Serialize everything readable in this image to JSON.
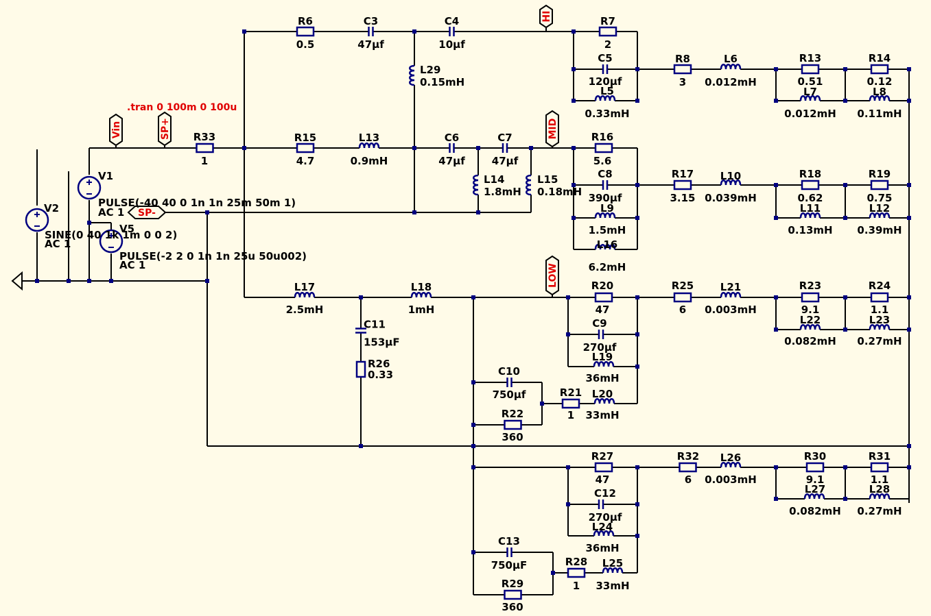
{
  "colors": {
    "background": "#fffbe8",
    "wire": "#000000",
    "component": "#000080",
    "flag_text": "#e00000"
  },
  "directive": ".tran 0 100m 0 100u",
  "flags": [
    "Vin",
    "SP+",
    "SP-",
    "HI",
    "MID",
    "LOW"
  ],
  "sources": [
    {
      "name": "V1",
      "value": "PULSE(-40 40 0 1n 1n 25m 50m 1)",
      "ac": "AC 1"
    },
    {
      "name": "V2",
      "value": "SINE(0 40 1k 1m 0 0 2)",
      "ac": "AC 1"
    },
    {
      "name": "V5",
      "value": "PULSE(-2 2 0 1n 1n 25u 50u002)",
      "ac": "AC 1"
    }
  ],
  "components": [
    {
      "name": "R33",
      "value": "1"
    },
    {
      "name": "R6",
      "value": "0.5"
    },
    {
      "name": "C3",
      "value": "47µf"
    },
    {
      "name": "C4",
      "value": "10µf"
    },
    {
      "name": "L29",
      "value": "0.15mH"
    },
    {
      "name": "R7",
      "value": "2"
    },
    {
      "name": "C5",
      "value": "120µf"
    },
    {
      "name": "L5",
      "value": "0.33mH"
    },
    {
      "name": "R8",
      "value": "3"
    },
    {
      "name": "L6",
      "value": "0.012mH"
    },
    {
      "name": "R13",
      "value": "0.51"
    },
    {
      "name": "L7",
      "value": "0.012mH"
    },
    {
      "name": "R14",
      "value": "0.12"
    },
    {
      "name": "L8",
      "value": "0.11mH"
    },
    {
      "name": "R15",
      "value": "4.7"
    },
    {
      "name": "L13",
      "value": "0.9mH"
    },
    {
      "name": "C6",
      "value": "47µf"
    },
    {
      "name": "C7",
      "value": "47µf"
    },
    {
      "name": "L14",
      "value": "1.8mH"
    },
    {
      "name": "L15",
      "value": "0.18mH"
    },
    {
      "name": "R16",
      "value": "5.6"
    },
    {
      "name": "C8",
      "value": "390µf"
    },
    {
      "name": "L9",
      "value": "1.5mH"
    },
    {
      "name": "L16",
      "value": "6.2mH"
    },
    {
      "name": "R17",
      "value": "3.15"
    },
    {
      "name": "L10",
      "value": "0.039mH"
    },
    {
      "name": "R18",
      "value": "0.62"
    },
    {
      "name": "L11",
      "value": "0.13mH"
    },
    {
      "name": "R19",
      "value": "0.75"
    },
    {
      "name": "L12",
      "value": "0.39mH"
    },
    {
      "name": "L17",
      "value": "2.5mH"
    },
    {
      "name": "L18",
      "value": "1mH"
    },
    {
      "name": "C11",
      "value": "153µF"
    },
    {
      "name": "R26",
      "value": "0.33"
    },
    {
      "name": "R20",
      "value": "47"
    },
    {
      "name": "C9",
      "value": "270µf"
    },
    {
      "name": "L19",
      "value": "36mH"
    },
    {
      "name": "C10",
      "value": "750µf"
    },
    {
      "name": "R22",
      "value": "360"
    },
    {
      "name": "R21",
      "value": "1"
    },
    {
      "name": "L20",
      "value": "33mH"
    },
    {
      "name": "R25",
      "value": "6"
    },
    {
      "name": "L21",
      "value": "0.003mH"
    },
    {
      "name": "R23",
      "value": "9.1"
    },
    {
      "name": "L22",
      "value": "0.082mH"
    },
    {
      "name": "R24",
      "value": "1.1"
    },
    {
      "name": "L23",
      "value": "0.27mH"
    },
    {
      "name": "R27",
      "value": "47"
    },
    {
      "name": "C12",
      "value": "270µf"
    },
    {
      "name": "L24",
      "value": "36mH"
    },
    {
      "name": "C13",
      "value": "750µF"
    },
    {
      "name": "R29",
      "value": "360"
    },
    {
      "name": "R28",
      "value": "1"
    },
    {
      "name": "L25",
      "value": "33mH"
    },
    {
      "name": "R32",
      "value": "6"
    },
    {
      "name": "L26",
      "value": "0.003mH"
    },
    {
      "name": "R30",
      "value": "9.1"
    },
    {
      "name": "L27",
      "value": "0.082mH"
    },
    {
      "name": "R31",
      "value": "1.1"
    },
    {
      "name": "L28",
      "value": "0.27mH"
    }
  ]
}
